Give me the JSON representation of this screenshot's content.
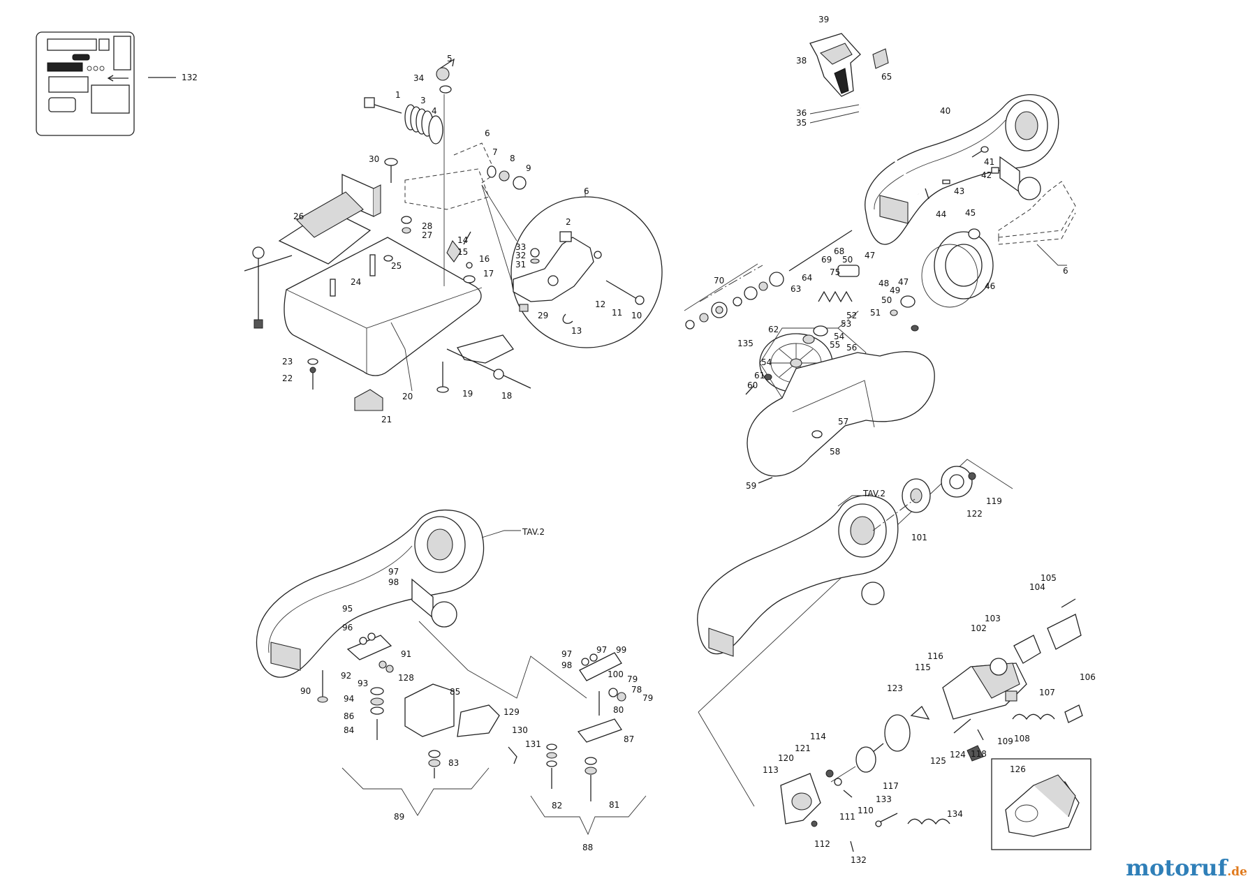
{
  "labels": {
    "n1": "1",
    "n2": "2",
    "n3": "3",
    "n4": "4",
    "n5": "5",
    "n6": "6",
    "n7": "7",
    "n8": "8",
    "n9": "9",
    "n10": "10",
    "n11": "11",
    "n12": "12",
    "n13": "13",
    "n14": "14",
    "n15": "15",
    "n16": "16",
    "n17": "17",
    "n18": "18",
    "n19": "19",
    "n20": "20",
    "n21": "21",
    "n22": "22",
    "n23": "23",
    "n24": "24",
    "n25": "25",
    "n26": "26",
    "n27": "27",
    "n28": "28",
    "n29": "29",
    "n30": "30",
    "n31": "31",
    "n32": "32",
    "n33": "33",
    "n34": "34",
    "n35": "35",
    "n36": "36",
    "n38": "38",
    "n39": "39",
    "n40": "40",
    "n41": "41",
    "n42": "42",
    "n43": "43",
    "n44": "44",
    "n45": "45",
    "n46": "46",
    "n47": "47",
    "n48": "48",
    "n49": "49",
    "n50": "50",
    "n51": "51",
    "n52": "52",
    "n53": "53",
    "n54": "54",
    "n55": "55",
    "n56": "56",
    "n57": "57",
    "n58": "58",
    "n59": "59",
    "n60": "60",
    "n61": "61",
    "n62": "62",
    "n63": "63",
    "n64": "64",
    "n65": "65",
    "n68": "68",
    "n69": "69",
    "n70": "70",
    "n75": "75",
    "n78": "78",
    "n79": "79",
    "n80": "80",
    "n81": "81",
    "n82": "82",
    "n83": "83",
    "n84": "84",
    "n85": "85",
    "n86": "86",
    "n87": "87",
    "n88": "88",
    "n89": "89",
    "n90": "90",
    "n91": "91",
    "n92": "92",
    "n93": "93",
    "n94": "94",
    "n95": "95",
    "n96": "96",
    "n97": "97",
    "n98": "98",
    "n99": "99",
    "n100": "100",
    "n101": "101",
    "n102": "102",
    "n103": "103",
    "n104": "104",
    "n105": "105",
    "n106": "106",
    "n107": "107",
    "n108": "108",
    "n109": "109",
    "n110": "110",
    "n111": "111",
    "n112": "112",
    "n113": "113",
    "n114": "114",
    "n115": "115",
    "n116": "116",
    "n117": "117",
    "n118": "118",
    "n119": "119",
    "n120": "120",
    "n121": "121",
    "n122": "122",
    "n123": "123",
    "n124": "124",
    "n125": "125",
    "n126": "126",
    "n128": "128",
    "n129": "129",
    "n130": "130",
    "n131": "131",
    "n132": "132",
    "n133": "133",
    "n134": "134",
    "n135": "135",
    "tav2": "TAV.2"
  },
  "brand": {
    "name": "motoruf",
    "suffix": ".de",
    "color_primary": "#2f7fb8",
    "color_accent": "#e07a1d"
  },
  "colors": {
    "line": "#222222",
    "background": "#ffffff"
  }
}
